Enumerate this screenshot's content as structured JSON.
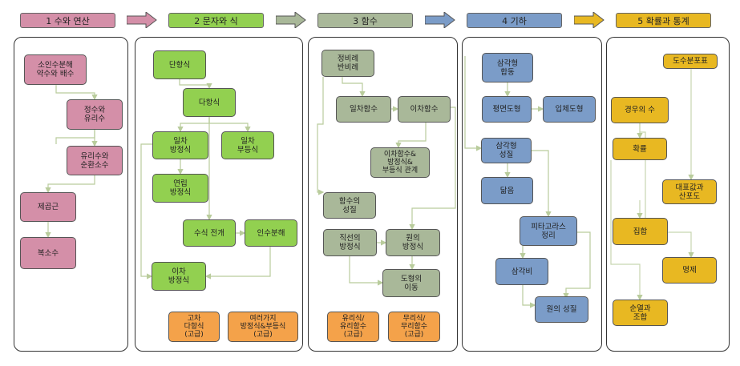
{
  "headers": [
    {
      "label": "1 수와 연산",
      "color": "#d48fa8"
    },
    {
      "label": "2 문자와 식",
      "color": "#92d050"
    },
    {
      "label": "3 함수",
      "color": "#a9b899"
    },
    {
      "label": "4 기하",
      "color": "#7b9cc8"
    },
    {
      "label": "5 확률과 통계",
      "color": "#e8b822"
    }
  ],
  "arrows": [
    "#d48fa8",
    "#a9b899",
    "#a9b899",
    "#7b9cc8",
    "#e8b822"
  ],
  "nodes": {
    "n1a": "소인수분해\n약수와 배수",
    "n1b": "정수와\n유리수",
    "n1c": "유리수와\n순환소수",
    "n1d": "제곱근",
    "n1e": "복소수",
    "n2a": "단항식",
    "n2b": "다항식",
    "n2c": "일차\n방정식",
    "n2d": "일차\n부등식",
    "n2e": "연립\n방정식",
    "n2f": "수식 전개",
    "n2g": "인수분해",
    "n2h": "이차\n방정식",
    "n2i": "고차\n다항식\n(고급)",
    "n2j": "여러가지\n방정식&부등식\n(고급)",
    "n3a": "정비례\n반비례",
    "n3b": "일차함수",
    "n3c": "이차함수",
    "n3d": "이차함수&\n방정식&\n부등식 관계",
    "n3e": "함수의\n성질",
    "n3f": "직선의\n방정식",
    "n3g": "원의\n방정식",
    "n3h": "도형의\n이동",
    "n3i": "유리식/\n유리함수\n(고급)",
    "n3j": "무리식/\n무리함수\n(고급)",
    "n4a": "삼각형\n합동",
    "n4b": "평면도형",
    "n4c": "입체도형",
    "n4d": "삼각형\n성질",
    "n4e": "닮음",
    "n4f": "피타고라스\n정리",
    "n4g": "삼각비",
    "n4h": "원의 성질",
    "n5a": "도수분포표",
    "n5b": "경우의 수",
    "n5c": "확률",
    "n5d": "대표값과\n산포도",
    "n5e": "집합",
    "n5f": "명제",
    "n5g": "순열과\n조합"
  }
}
